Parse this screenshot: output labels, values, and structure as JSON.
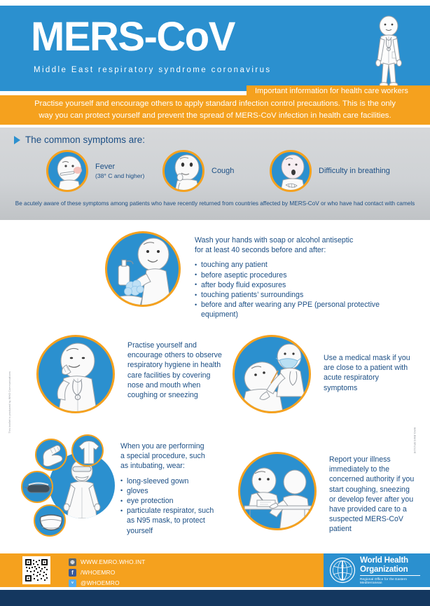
{
  "header": {
    "title": "MERS-CoV",
    "subtitle": "Middle East respiratory syndrome coronavirus",
    "tab": "Important information for health care workers",
    "bg_color": "#2b90cf",
    "accent_color": "#f5a11e"
  },
  "callout": {
    "line1": "Practise yourself and encourage others to apply standard infection control precautions. This is the only",
    "line2": "way you can protect yourself and prevent the spread of MERS-CoV infection in health care facilities."
  },
  "symptoms": {
    "heading": "The common symptoms are:",
    "items": [
      {
        "label": "Fever",
        "note": "(38° C and higher)",
        "icon": "thermometer-face-icon"
      },
      {
        "label": "Cough",
        "note": "",
        "icon": "coughing-face-icon"
      },
      {
        "label": "Difficulty in breathing",
        "note": "",
        "icon": "breathing-difficulty-icon"
      }
    ],
    "footnote": "Be acutely aware of these symptoms among patients who have recently returned from countries affected by MERS-CoV or who have had contact with camels"
  },
  "panels": {
    "handwash": {
      "lead_line1": "Wash your hands with soap or alcohol antiseptic",
      "lead_line2": "for at least 40 seconds before and after:",
      "bullets": [
        "touching any patient",
        "before aseptic procedures",
        "after body fluid exposures",
        "touching patients’ surroundings",
        "before and after wearing any PPE (personal protective equipment)"
      ],
      "icon": "handwashing-icon"
    },
    "respiratory": {
      "text": "Practise yourself and encourage others to observe respiratory hygiene in health care facilities by covering nose and mouth when coughing or sneezing",
      "icon": "cover-cough-icon"
    },
    "mask": {
      "text": "Use a medical mask if you are close to a patient with acute respiratory symptoms",
      "icon": "medical-mask-icon"
    },
    "ppe": {
      "lead_line1": "When you are performing",
      "lead_line2": "a special procedure, such",
      "lead_line3": "as intubating, wear:",
      "bullets": [
        "long-sleeved gown",
        "gloves",
        "eye protection",
        "particulate respirator, such as N95 mask, to protect yourself"
      ],
      "icons": [
        "gloves-icon",
        "gown-icon",
        "goggles-icon",
        "n95-respirator-icon",
        "ppe-worker-icon"
      ]
    },
    "report": {
      "text": "Report your illness immediately to the concerned authority if you start coughing, sneezing or develop fever after you have provided care to a suspected MERS-CoV patient",
      "icon": "reporting-desk-icon"
    }
  },
  "footer": {
    "qr_alt": "qr-code-icon",
    "links": [
      {
        "icon": "globe-icon",
        "glyph": "⊕",
        "text": "WWW.EMRO.WHO.INT"
      },
      {
        "icon": "facebook-icon",
        "glyph": "f",
        "text": "/WHOEMRO"
      },
      {
        "icon": "twitter-icon",
        "glyph": "ᵛ",
        "text": "@WHOEMRO"
      }
    ],
    "who": {
      "line1": "World Health",
      "line2": "Organization",
      "region": "Regional Office for the Eastern Mediterranean",
      "emblem": "who-emblem-icon"
    }
  },
  "margin_notes": {
    "left": "This leaflet is produced by WHO Communications",
    "right": "WHO-EM/CSR/212/E"
  }
}
